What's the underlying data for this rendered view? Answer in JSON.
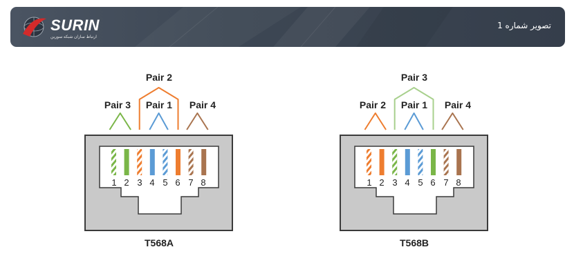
{
  "header": {
    "title": "تصویر شماره 1",
    "logo_text": "SURIN",
    "logo_tagline": "ارتباط سازان شبکه سورین"
  },
  "wiring": [
    {
      "standard": "T568A",
      "top_pair": "Pair 2",
      "left_pair": "Pair 3",
      "middle_pair": "Pair 1",
      "right_pair": "Pair 4",
      "pin_numbers": [
        "1",
        "2",
        "3",
        "4",
        "5",
        "6",
        "7",
        "8"
      ],
      "pins": [
        {
          "color": "#7ab648",
          "striped": true
        },
        {
          "color": "#7ab648",
          "striped": false
        },
        {
          "color": "#ee7d2f",
          "striped": true
        },
        {
          "color": "#5b9bd5",
          "striped": false
        },
        {
          "color": "#5b9bd5",
          "striped": true
        },
        {
          "color": "#ee7d2f",
          "striped": false
        },
        {
          "color": "#a9744f",
          "striped": true
        },
        {
          "color": "#a9744f",
          "striped": false
        }
      ],
      "pair_colors": {
        "top": "#ee7d2f",
        "left": "#7ab648",
        "middle": "#5b9bd5",
        "right": "#a9744f"
      }
    },
    {
      "standard": "T568B",
      "top_pair": "Pair 3",
      "left_pair": "Pair 2",
      "middle_pair": "Pair 1",
      "right_pair": "Pair 4",
      "pin_numbers": [
        "1",
        "2",
        "3",
        "4",
        "5",
        "6",
        "7",
        "8"
      ],
      "pins": [
        {
          "color": "#ee7d2f",
          "striped": true
        },
        {
          "color": "#ee7d2f",
          "striped": false
        },
        {
          "color": "#7ab648",
          "striped": true
        },
        {
          "color": "#5b9bd5",
          "striped": false
        },
        {
          "color": "#5b9bd5",
          "striped": true
        },
        {
          "color": "#7ab648",
          "striped": false
        },
        {
          "color": "#a9744f",
          "striped": true
        },
        {
          "color": "#a9744f",
          "striped": false
        }
      ],
      "pair_colors": {
        "top": "#a8d08d",
        "left": "#ee7d2f",
        "middle": "#5b9bd5",
        "right": "#a9744f"
      }
    }
  ]
}
